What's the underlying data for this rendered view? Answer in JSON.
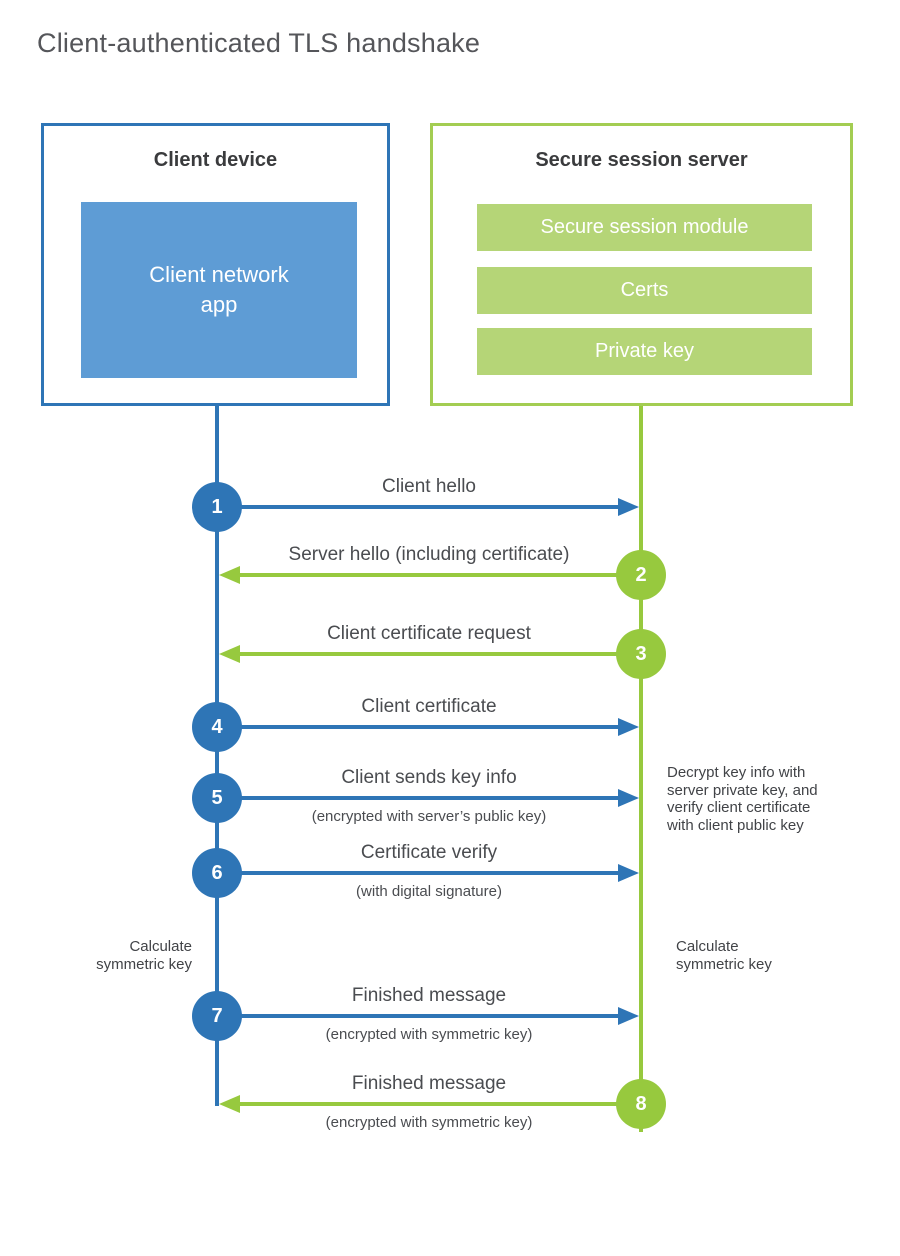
{
  "title": "Client-authenticated TLS handshake",
  "colors": {
    "blue": "#2e75b6",
    "blue_light": "#5e9cd5",
    "green": "#97c93e",
    "green_border": "#a3cd52",
    "green_light": "#b5d577",
    "text_dark": "#3a3b3d",
    "text_gray": "#4a4c50"
  },
  "client": {
    "heading": "Client device",
    "module": "Client network app"
  },
  "server": {
    "heading": "Secure session server",
    "modules": [
      "Secure session module",
      "Certs",
      "Private key"
    ]
  },
  "steps": [
    {
      "number": "1",
      "from": "client",
      "label": "Client hello",
      "sublabel": ""
    },
    {
      "number": "2",
      "from": "server",
      "label": "Server hello (including certificate)",
      "sublabel": ""
    },
    {
      "number": "3",
      "from": "server",
      "label": "Client certificate request",
      "sublabel": ""
    },
    {
      "number": "4",
      "from": "client",
      "label": "Client certificate",
      "sublabel": ""
    },
    {
      "number": "5",
      "from": "client",
      "label": "Client sends key info",
      "sublabel": "(encrypted with server’s public key)"
    },
    {
      "number": "6",
      "from": "client",
      "label": "Certificate verify",
      "sublabel": "(with digital signature)"
    },
    {
      "number": "7",
      "from": "client",
      "label": "Finished message",
      "sublabel": "(encrypted with symmetric key)"
    },
    {
      "number": "8",
      "from": "server",
      "label": "Finished message",
      "sublabel": "(encrypted with symmetric key)"
    }
  ],
  "annotations": {
    "decrypt_note": {
      "lines": [
        "Decrypt key info with",
        "server private key, and",
        "verify client certificate",
        "with client public key"
      ]
    },
    "calc_left": {
      "lines": [
        "Calculate",
        "symmetric key"
      ]
    },
    "calc_right": {
      "lines": [
        "Calculate",
        "symmetric key"
      ]
    }
  }
}
